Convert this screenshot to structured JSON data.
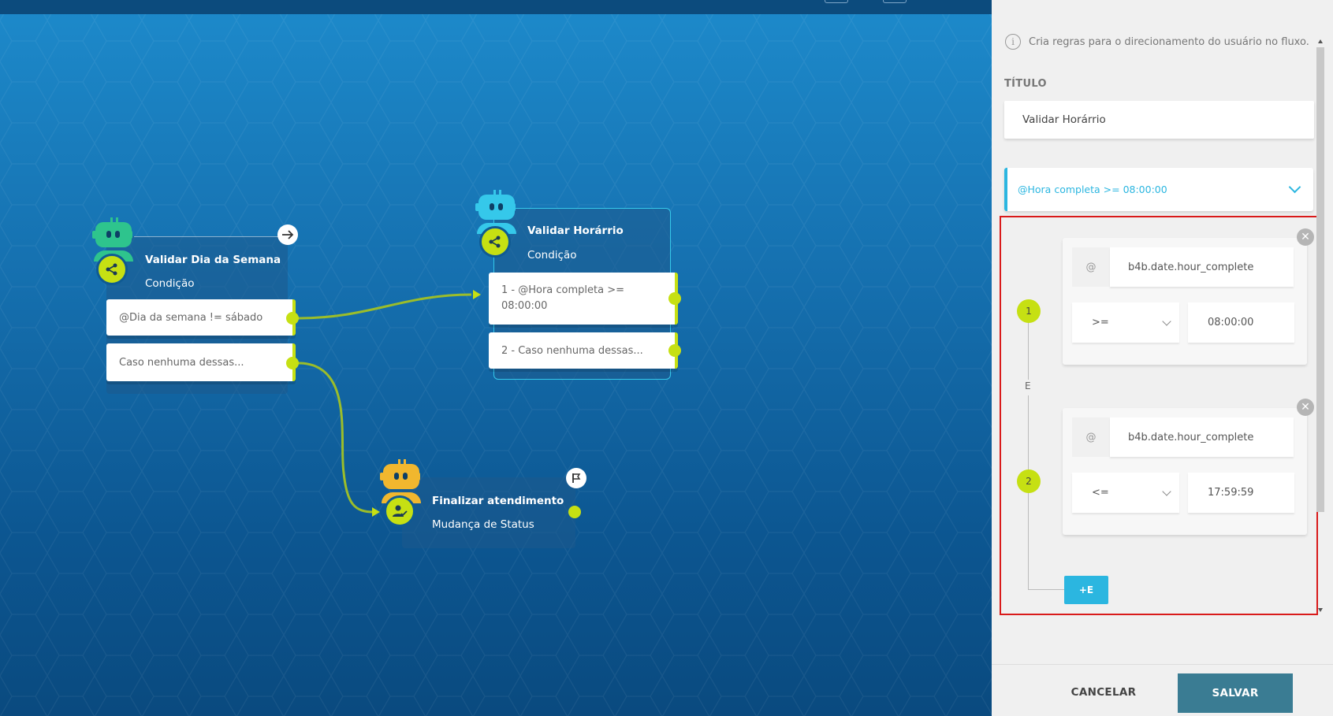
{
  "canvas": {
    "nodes": [
      {
        "title": "Validar Dia da Semana",
        "subtitle": "Condição",
        "color": "#2ec48d",
        "outlets": [
          "@Dia da semana != sábado",
          "Caso nenhuma dessas..."
        ]
      },
      {
        "title": "Validar Horárrio",
        "subtitle": "Condição",
        "color": "#35c8ea",
        "outlets": [
          "1 - @Hora completa >=\n08:00:00",
          "2 - Caso nenhuma dessas..."
        ]
      },
      {
        "title": "Finalizar atendimento",
        "subtitle": "Mudança de Status",
        "color": "#f1b72e",
        "outlets": []
      }
    ],
    "icons": {
      "share": "share-icon",
      "arrow": "arrow-right-icon",
      "flag": "flag-icon",
      "user_check": "user-check-icon"
    }
  },
  "panel": {
    "info_text": "Cria regras para o direcionamento do usuário no fluxo.",
    "title_label": "TÍTULO",
    "title_value": "Validar Horárrio",
    "accordion_label": "@Hora completa >= 08:00:00",
    "and_label": "E",
    "rules": [
      {
        "index": "1",
        "prefix": "@",
        "variable": "b4b.date.hour_complete",
        "operator": ">=",
        "value": "08:00:00"
      },
      {
        "index": "2",
        "prefix": "@",
        "variable": "b4b.date.hour_complete",
        "operator": "<=",
        "value": "17:59:59"
      }
    ],
    "add_and_label": "+E",
    "cancel_label": "CANCELAR",
    "save_label": "SALVAR"
  },
  "colors": {
    "accent_lime": "#c6e013",
    "accent_cyan": "#2bb6e0",
    "save_button": "#3a7c93",
    "highlight_border": "#d91a1a"
  }
}
